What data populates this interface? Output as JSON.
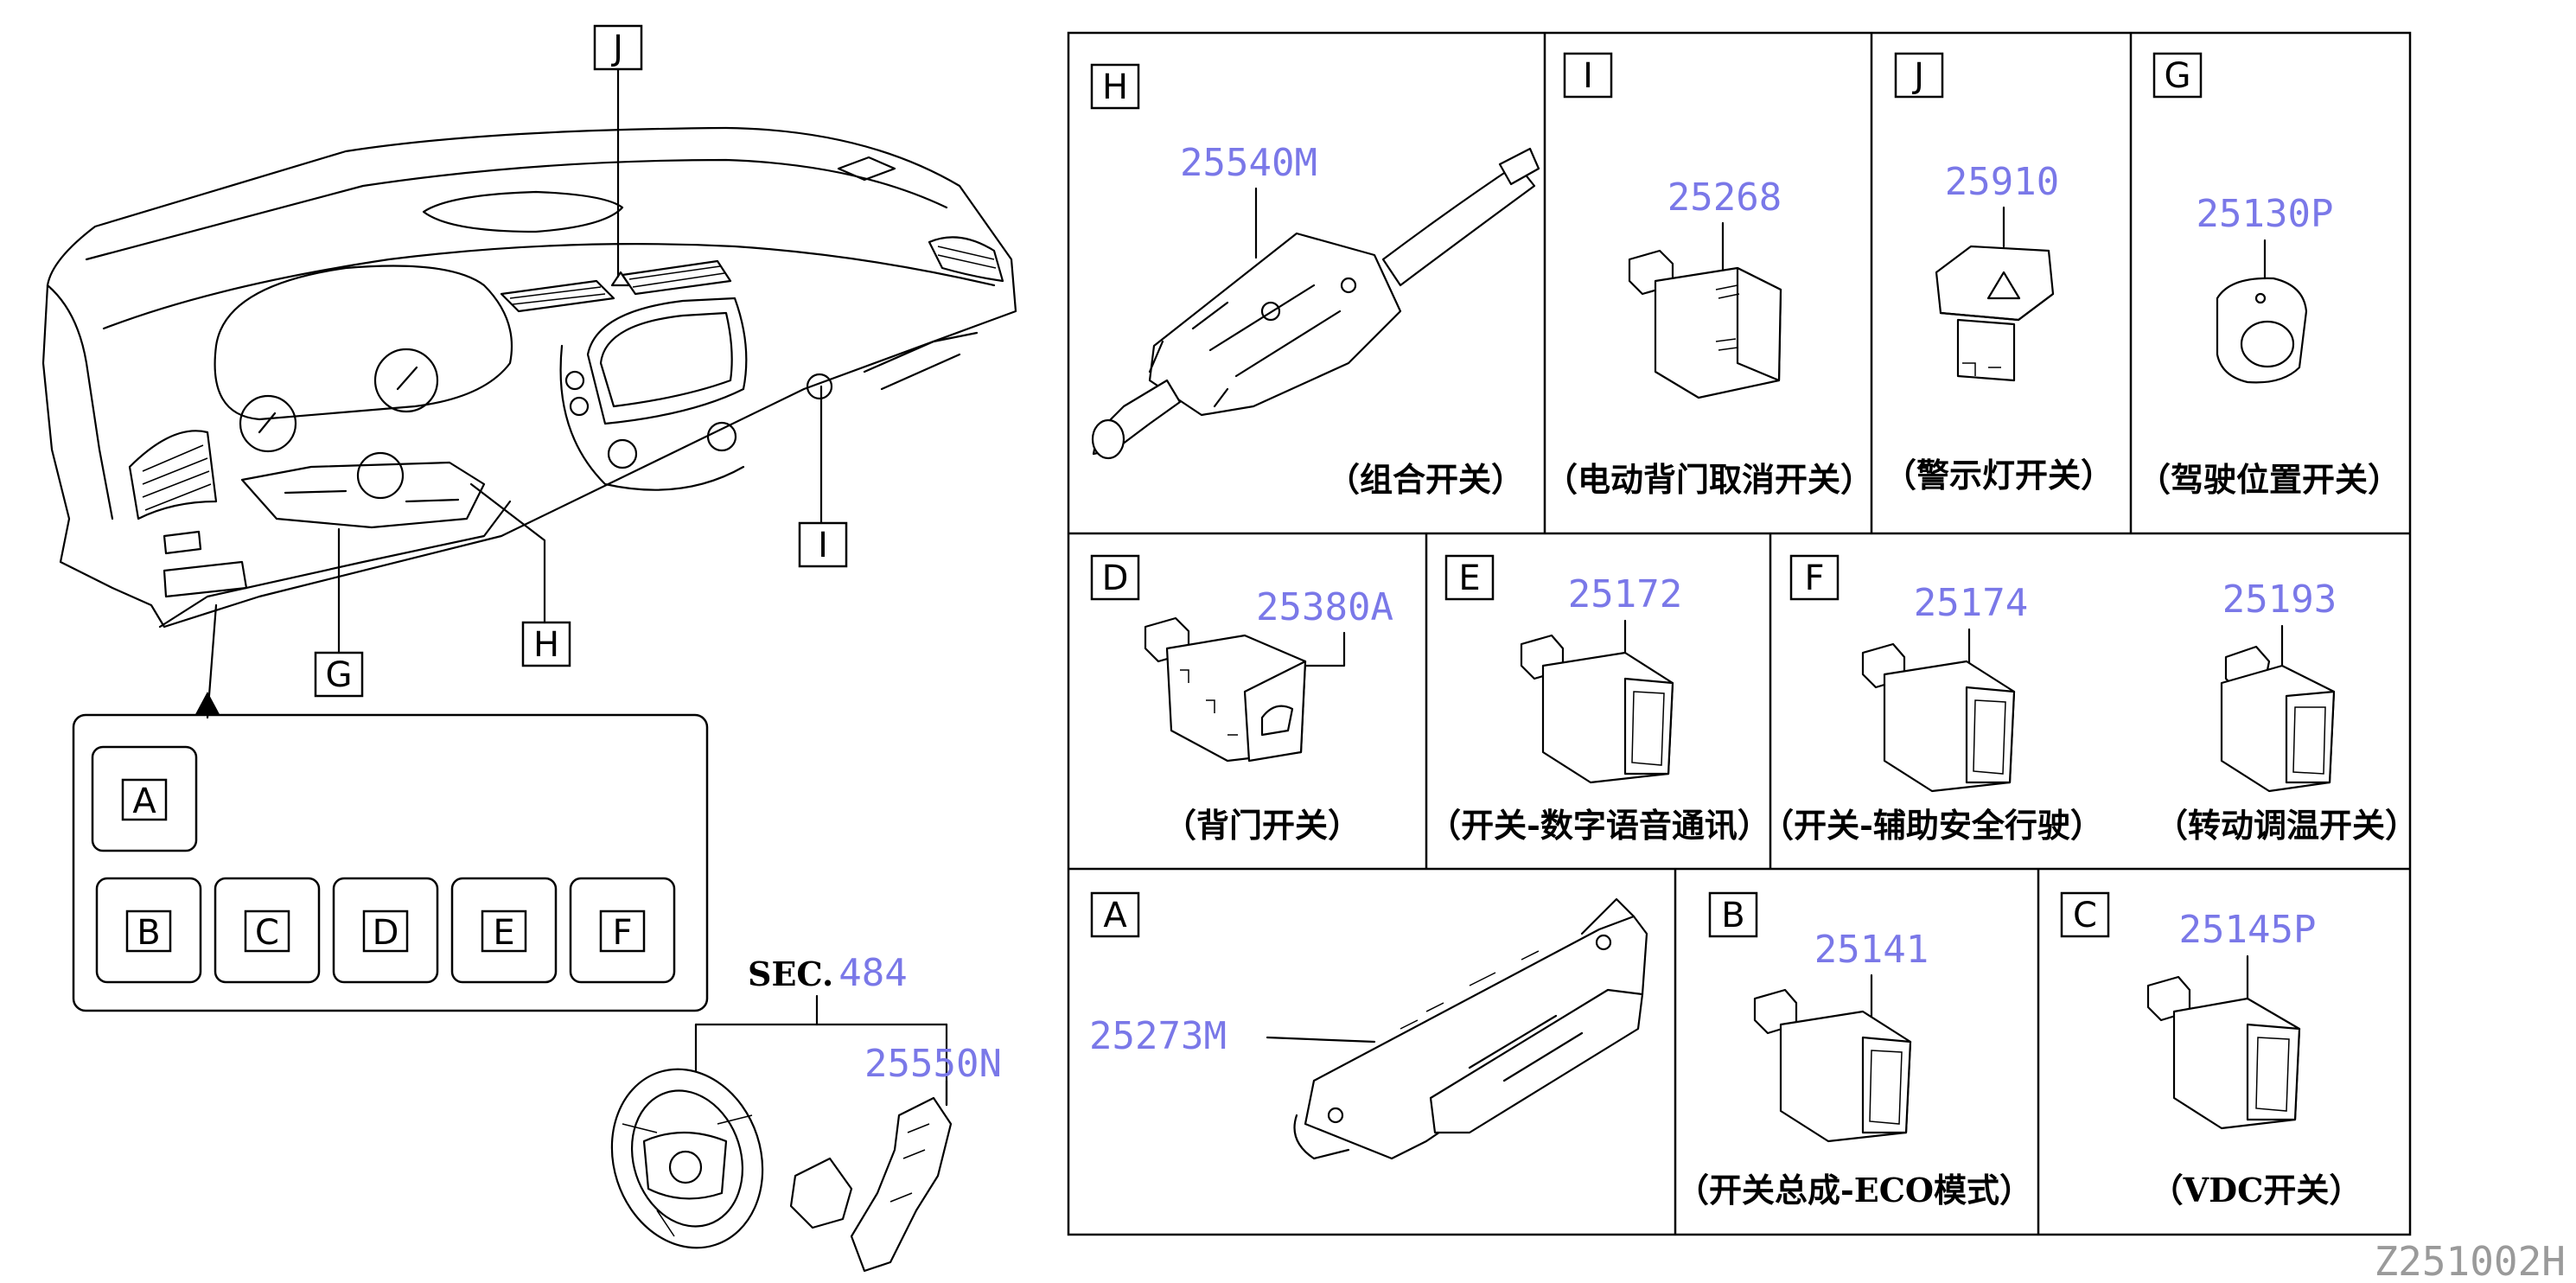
{
  "diagram_code": "Z251002H",
  "sec": {
    "prefix": "SEC.",
    "number": "484"
  },
  "steering_part": "25550N",
  "overview": {
    "callouts": [
      "J",
      "I",
      "G",
      "H"
    ],
    "legend_top": "A",
    "legend_row": [
      "B",
      "C",
      "D",
      "E",
      "F"
    ]
  },
  "cells": {
    "H": {
      "key": "H",
      "part": "25540M",
      "label": "（组合开关）"
    },
    "I": {
      "key": "I",
      "part": "25268",
      "label": "（电动背门取消开关）"
    },
    "J": {
      "key": "J",
      "part": "25910",
      "label": "（警示灯开关）"
    },
    "G": {
      "key": "G",
      "part": "25130P",
      "label": "（驾驶位置开关）"
    },
    "D": {
      "key": "D",
      "part": "25380A",
      "label": "（背门开关）"
    },
    "E": {
      "key": "E",
      "part": "25172",
      "label": "（开关-数字语音通讯）"
    },
    "F": {
      "key": "F",
      "part": "25174",
      "label": "（开关-辅助安全行驶）"
    },
    "F2": {
      "part": "25193",
      "label": "（转动调温开关）"
    },
    "A": {
      "key": "A",
      "part": "25273M"
    },
    "B": {
      "key": "B",
      "part": "25141",
      "label": "（开关总成-ECO模式）"
    },
    "C": {
      "key": "C",
      "part": "25145P",
      "label": "（VDC开关）"
    }
  }
}
